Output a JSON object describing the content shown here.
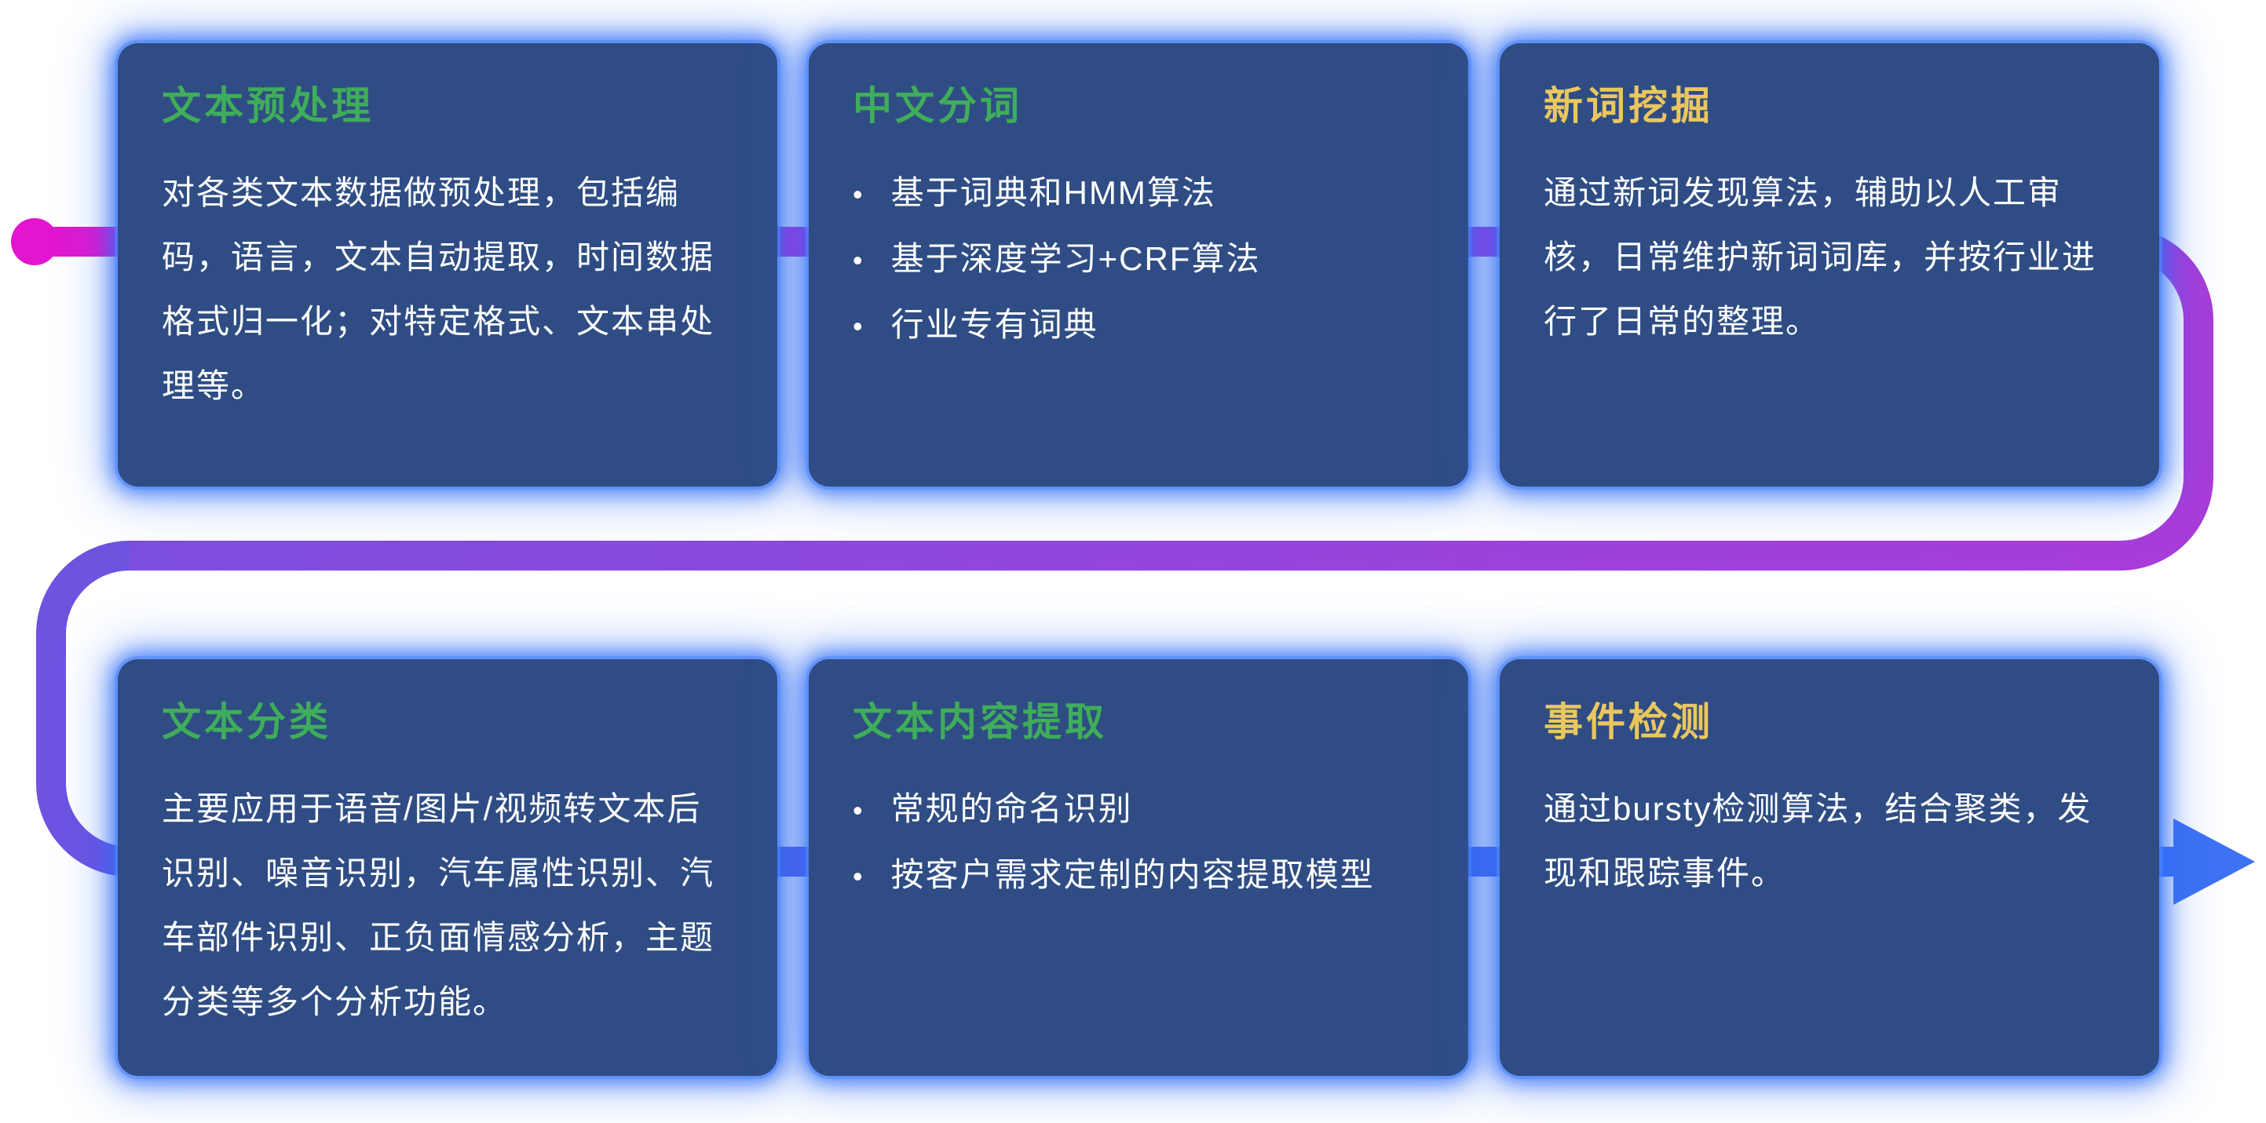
{
  "colors": {
    "card_bg": "#2f4d84",
    "card_glow": "#2f6cf6",
    "title_green": "#3fad5a",
    "title_yellow": "#eac75e",
    "body_text": "#ffffff",
    "flow_magenta": "#e216ce",
    "flow_purple": "#8f47da",
    "flow_blue": "#3d72f3"
  },
  "flow": {
    "start_icon": "dot",
    "end_icon": "arrow-right"
  },
  "cards": [
    {
      "id": "text-preprocessing",
      "title": "文本预处理",
      "title_color": "green",
      "body": "对各类文本数据做预处理，包括编码，语言，文本自动提取，时间数据格式归一化；对特定格式、文本串处理等。",
      "bullets": []
    },
    {
      "id": "chinese-word-segmentation",
      "title": "中文分词",
      "title_color": "green",
      "body": "",
      "bullets": [
        "基于词典和HMM算法",
        "基于深度学习+CRF算法",
        "行业专有词典"
      ]
    },
    {
      "id": "new-word-mining",
      "title": "新词挖掘",
      "title_color": "yellow",
      "body": "通过新词发现算法，辅助以人工审核，日常维护新词词库，并按行业进行了日常的整理。",
      "bullets": []
    },
    {
      "id": "text-classification",
      "title": "文本分类",
      "title_color": "green",
      "body": "主要应用于语音/图片/视频转文本后识别、噪音识别，汽车属性识别、汽车部件识别、正负面情感分析，主题分类等多个分析功能。",
      "bullets": []
    },
    {
      "id": "text-content-extraction",
      "title": "文本内容提取",
      "title_color": "green",
      "body": "",
      "bullets": [
        "常规的命名识别",
        "按客户需求定制的内容提取模型"
      ]
    },
    {
      "id": "event-detection",
      "title": "事件检测",
      "title_color": "yellow",
      "body": "通过bursty检测算法，结合聚类，发现和跟踪事件。",
      "bullets": []
    }
  ]
}
